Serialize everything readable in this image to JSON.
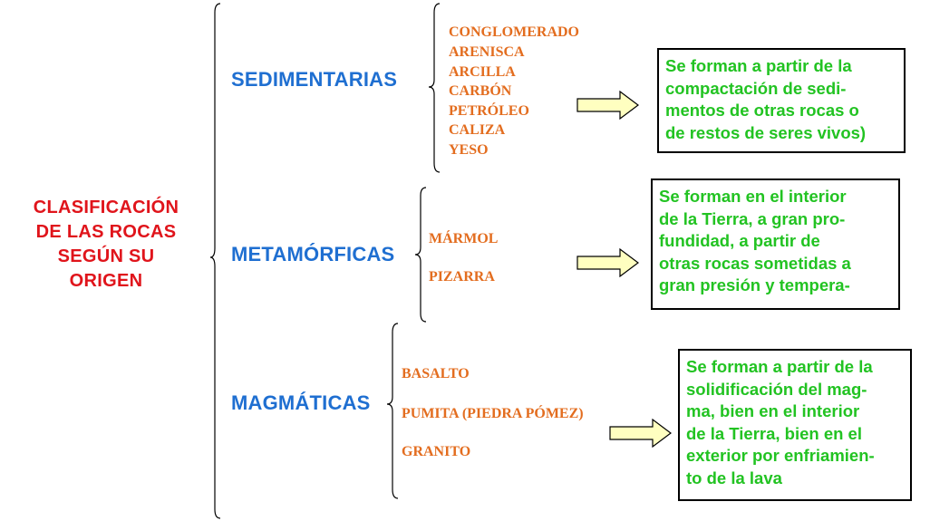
{
  "title": [
    "CLASIFICACIÓN",
    "DE LAS ROCAS",
    "SEGÚN SU",
    "ORIGEN"
  ],
  "colors": {
    "title": "#e0141b",
    "category": "#1f6fd1",
    "rock": "#e36d1f",
    "description": "#22c322",
    "arrow_fill": "#ffffc0"
  },
  "groups": [
    {
      "name": "SEDIMENTARIAS",
      "rocks": [
        "CONGLOMERADO",
        "ARENISCA",
        "ARCILLA",
        "CARBÓN",
        "PETRÓLEO",
        "CALIZA",
        "YESO"
      ],
      "description": [
        "Se forman a partir de la",
        "compactación de sedi-",
        "mentos de otras rocas o",
        "de restos de seres vivos)"
      ]
    },
    {
      "name": "METAMÓRFICAS",
      "rocks": [
        "MÁRMOL",
        "PIZARRA"
      ],
      "description": [
        "Se forman en el interior",
        "de la Tierra, a gran pro-",
        "fundidad, a partir de",
        "otras rocas sometidas a",
        "gran presión y tempera-"
      ]
    },
    {
      "name": "MAGMÁTICAS",
      "rocks": [
        "BASALTO",
        "PUMITA (PIEDRA PÓMEZ)",
        "GRANITO"
      ],
      "description": [
        "Se forman a partir de la",
        "solidificación del mag-",
        "ma, bien en el interior",
        "de la Tierra, bien en el",
        "exterior por enfriamien-",
        "to de la lava"
      ]
    }
  ]
}
